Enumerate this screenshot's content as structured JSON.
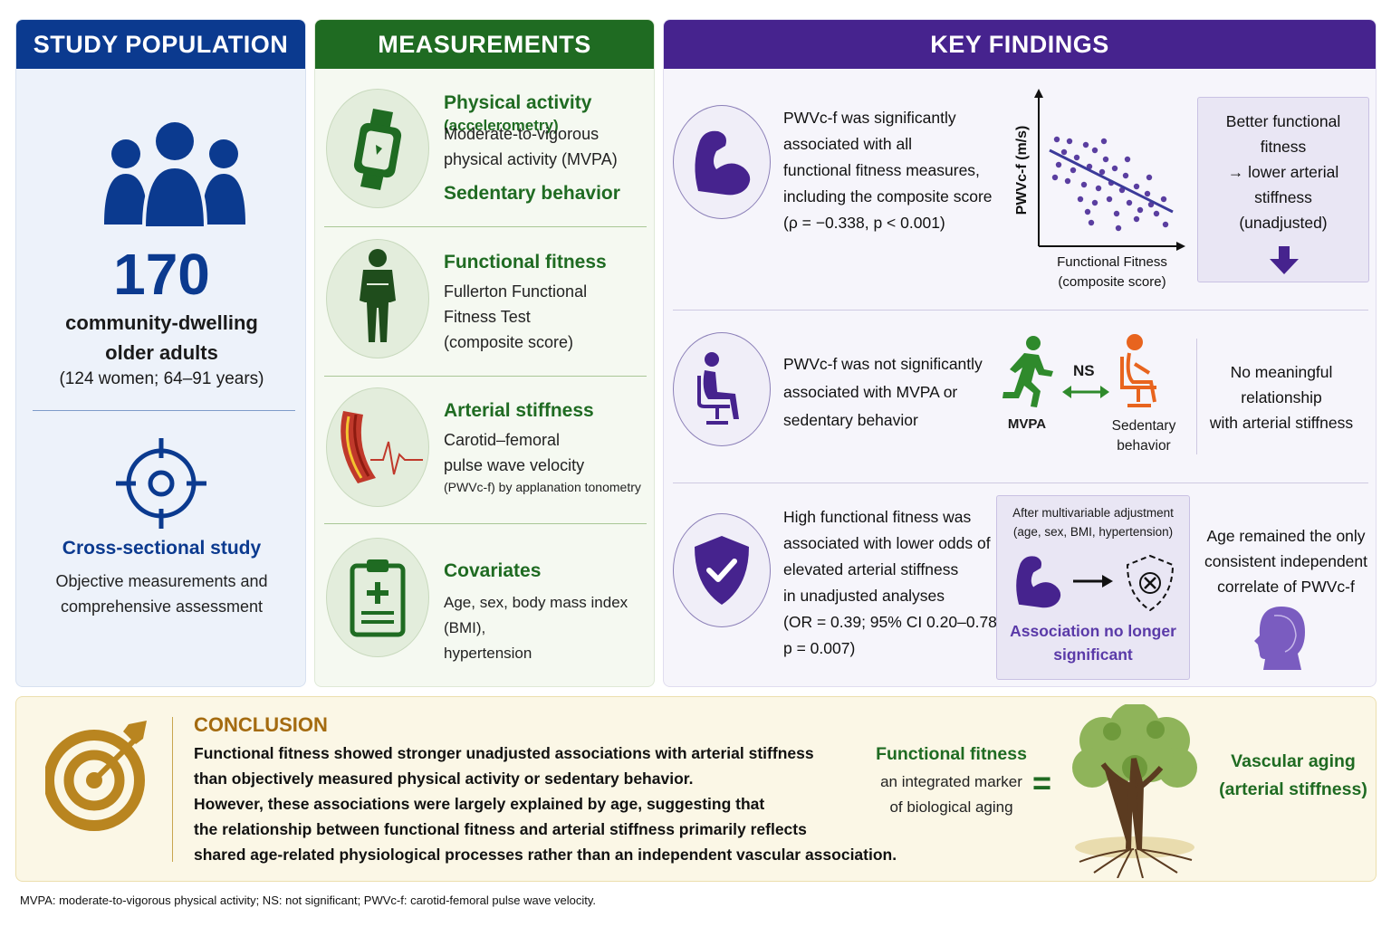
{
  "population": {
    "header": "STUDY POPULATION",
    "count": "170",
    "description_line1": "community-dwelling",
    "description_line2": "older adults",
    "detail": "(124 women; 64–91 years)",
    "design_title": "Cross-sectional study",
    "design_text": "Objective measurements and comprehensive assessment"
  },
  "measurements": {
    "header": "MEASUREMENTS",
    "items": [
      {
        "title": "Physical activity",
        "title_suffix": "(accelerometry)",
        "line1": "Moderate-to-vigorous",
        "line2": "physical activity (MVPA)",
        "subtitle": "Sedentary behavior",
        "icon": "wearable-watch-icon"
      },
      {
        "title": "Functional fitness",
        "line1": "Fullerton Functional",
        "line2": "Fitness Test",
        "line3": "(composite score)",
        "icon": "person-standing-icon"
      },
      {
        "title": "Arterial stiffness",
        "line1": "Carotid–femoral",
        "line2": "pulse wave velocity",
        "line3": "(PWVc-f) by applanation tonometry",
        "icon": "artery-pulse-icon"
      },
      {
        "title": "Covariates",
        "line1": "Age, sex, body mass index (BMI),",
        "line2": "hypertension",
        "icon": "clipboard-icon"
      }
    ]
  },
  "findings": {
    "header": "KEY FINDINGS",
    "f1": {
      "lines": [
        "PWVc-f was significantly",
        "associated with all",
        "functional fitness measures,",
        "including the composite score",
        "(ρ = −0.338, p < 0.001)"
      ],
      "plot_ylabel": "PWVc-f (m/s)",
      "plot_xlabel1": "Functional Fitness",
      "plot_xlabel2": "(composite score)",
      "box_lines": [
        "Better functional",
        "fitness",
        "→ lower arterial",
        "stiffness",
        "(unadjusted)"
      ]
    },
    "f2": {
      "lines": [
        "PWVc-f was not significantly",
        "associated with MVPA or",
        "sedentary behavior"
      ],
      "ns": "NS",
      "mvpa": "MVPA",
      "sed1": "Sedentary",
      "sed2": "behavior",
      "side_lines": [
        "No meaningful",
        "relationship",
        "with arterial stiffness"
      ]
    },
    "f3": {
      "lines": [
        "High functional fitness was",
        "associated with lower odds of",
        "elevated arterial stiffness",
        "in unadjusted analyses",
        "(OR = 0.39; 95% CI 0.20–0.78;",
        "p = 0.007)"
      ],
      "box_title1": "After multivariable adjustment",
      "box_title2": "(age, sex, BMI, hypertension)",
      "box_result1": "Association no longer",
      "box_result2": "significant",
      "side_lines": [
        "Age remained the only",
        "consistent independent",
        "correlate of PWVc-f"
      ]
    }
  },
  "conclusion": {
    "title": "CONCLUSION",
    "lines": [
      "Functional fitness showed stronger unadjusted associations with arterial stiffness",
      "than objectively measured physical activity or sedentary behavior.",
      "However, these associations were largely explained by age, suggesting that",
      "the relationship between functional fitness and arterial stiffness primarily reflects",
      "shared age-related physiological processes rather than an independent vascular association."
    ],
    "ff_title": "Functional fitness",
    "ff_line1": "an integrated marker",
    "ff_line2": "of biological aging",
    "equals": "=",
    "va_line1": "Vascular aging",
    "va_line2": "(arterial stiffness)"
  },
  "footnote": "MVPA: moderate-to-vigorous physical activity; NS: not significant; PWVc-f: carotid-femoral pulse wave velocity.",
  "colors": {
    "population": "#0b3a8f",
    "measurements": "#1f6b22",
    "findings": "#46238e",
    "conclusion": "#a46b10",
    "sedentary_orange": "#e8641e"
  }
}
